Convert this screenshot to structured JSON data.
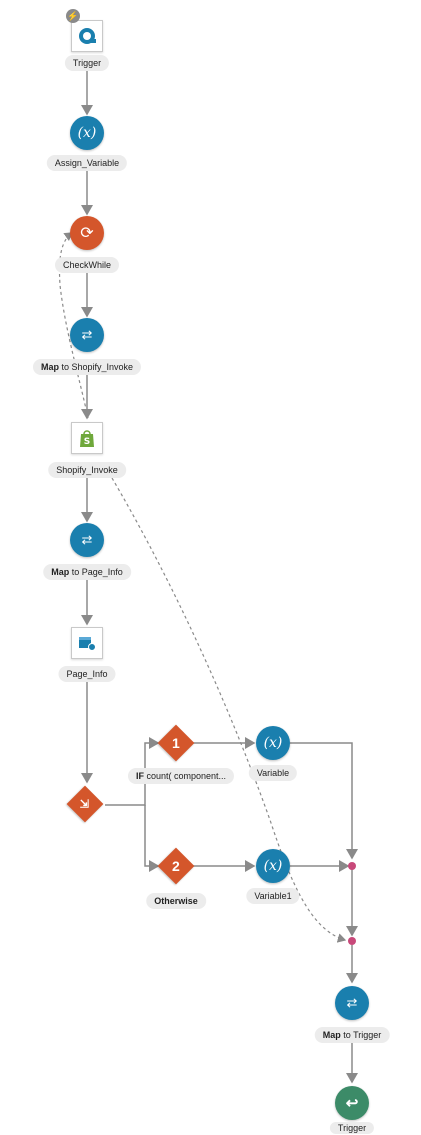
{
  "nodes": {
    "trigger_start": {
      "label": "Trigger"
    },
    "assign_variable": {
      "label": "Assign_Variable",
      "icon": "variable-icon"
    },
    "check_while": {
      "label": "CheckWhile",
      "icon": "loop-icon"
    },
    "map_shopify": {
      "label_bold": "Map",
      "label_rest": " to Shopify_Invoke"
    },
    "shopify_invoke": {
      "label": "Shopify_Invoke",
      "icon": "shopify-icon"
    },
    "map_page_info": {
      "label_bold": "Map",
      "label_rest": " to Page_Info"
    },
    "page_info": {
      "label": "Page_Info"
    },
    "switch": {
      "icon": "switch-icon"
    },
    "branch1": {
      "number": "1",
      "label_bold": "IF",
      "label_rest": " count( component..."
    },
    "branch2": {
      "number": "2",
      "label": "Otherwise"
    },
    "variable": {
      "label": "Variable",
      "glyph": "(x)"
    },
    "variable1": {
      "label": "Variable1",
      "glyph": "(x)"
    },
    "map_trigger": {
      "label_bold": "Map",
      "label_rest": " to Trigger"
    },
    "trigger_end": {
      "label": "Trigger"
    }
  },
  "colors": {
    "blue": "#1a7fae",
    "orange": "#d4562b",
    "green": "#3c8b68",
    "connector": "#8a8a8a",
    "merge_dot": "#c8497a"
  }
}
